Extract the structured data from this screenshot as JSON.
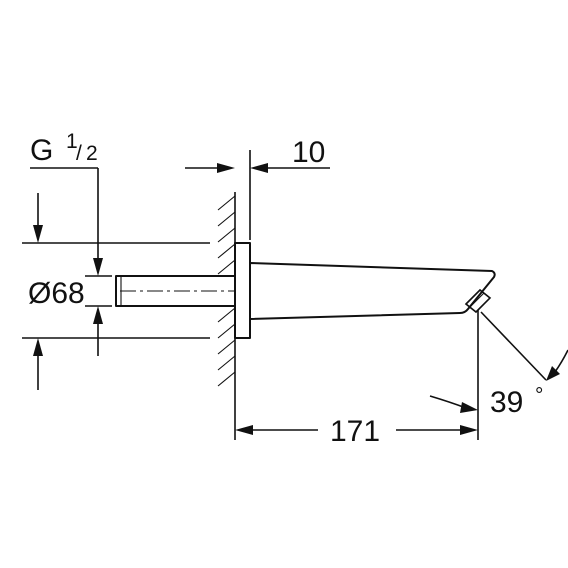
{
  "dimensions": {
    "thread_label": "G",
    "thread_numerator": "1",
    "thread_denominator": "2",
    "flange_thickness": "10",
    "diameter": "Ø68",
    "length": "171",
    "angle": "39",
    "angle_unit": "°"
  }
}
